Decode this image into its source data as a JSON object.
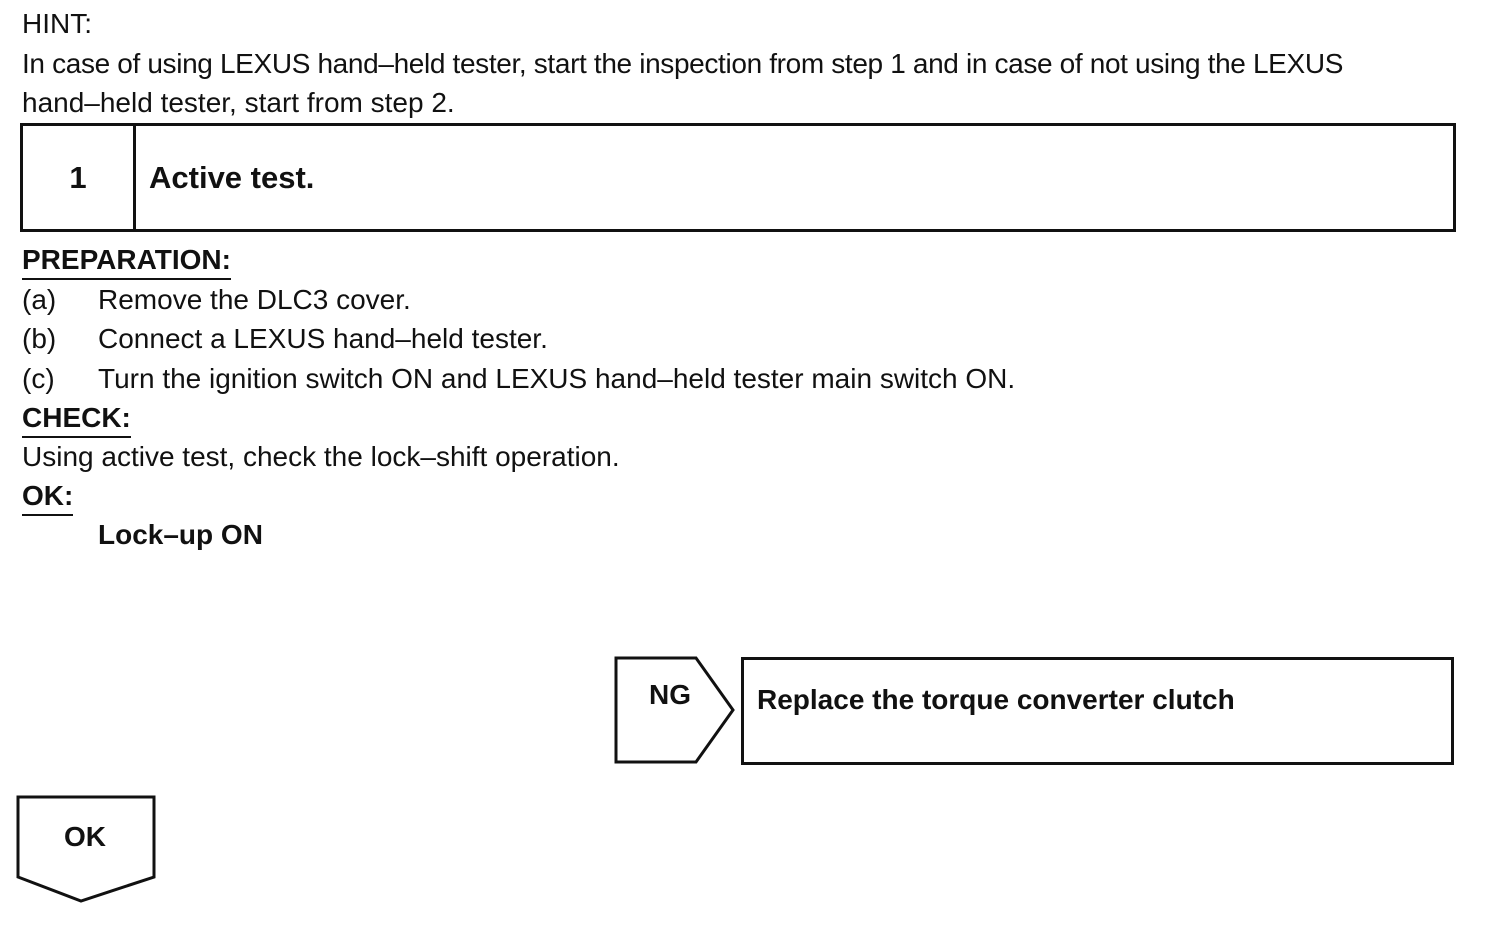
{
  "hint": {
    "label": "HINT:",
    "line1": "In case of using LEXUS hand–held tester, start the inspection from step 1 and in case of not using the LEXUS",
    "line2": "hand–held  tester, start from step 2."
  },
  "step": {
    "number": "1",
    "title": "Active test."
  },
  "preparation": {
    "heading": "PREPARATION:",
    "items": [
      {
        "marker": "(a)",
        "text": "Remove the DLC3 cover."
      },
      {
        "marker": "(b)",
        "text": "Connect a LEXUS hand–held tester."
      },
      {
        "marker": "(c)",
        "text": "Turn the ignition switch ON and LEXUS hand–held tester main switch ON."
      }
    ]
  },
  "check": {
    "heading": "CHECK:",
    "text": "Using active test, check the lock–shift operation."
  },
  "ok": {
    "heading": "OK:",
    "value": "Lock–up ON"
  },
  "flow": {
    "ng_label": "NG",
    "ng_result": "Replace the torque converter clutch",
    "ok_label": "OK"
  }
}
